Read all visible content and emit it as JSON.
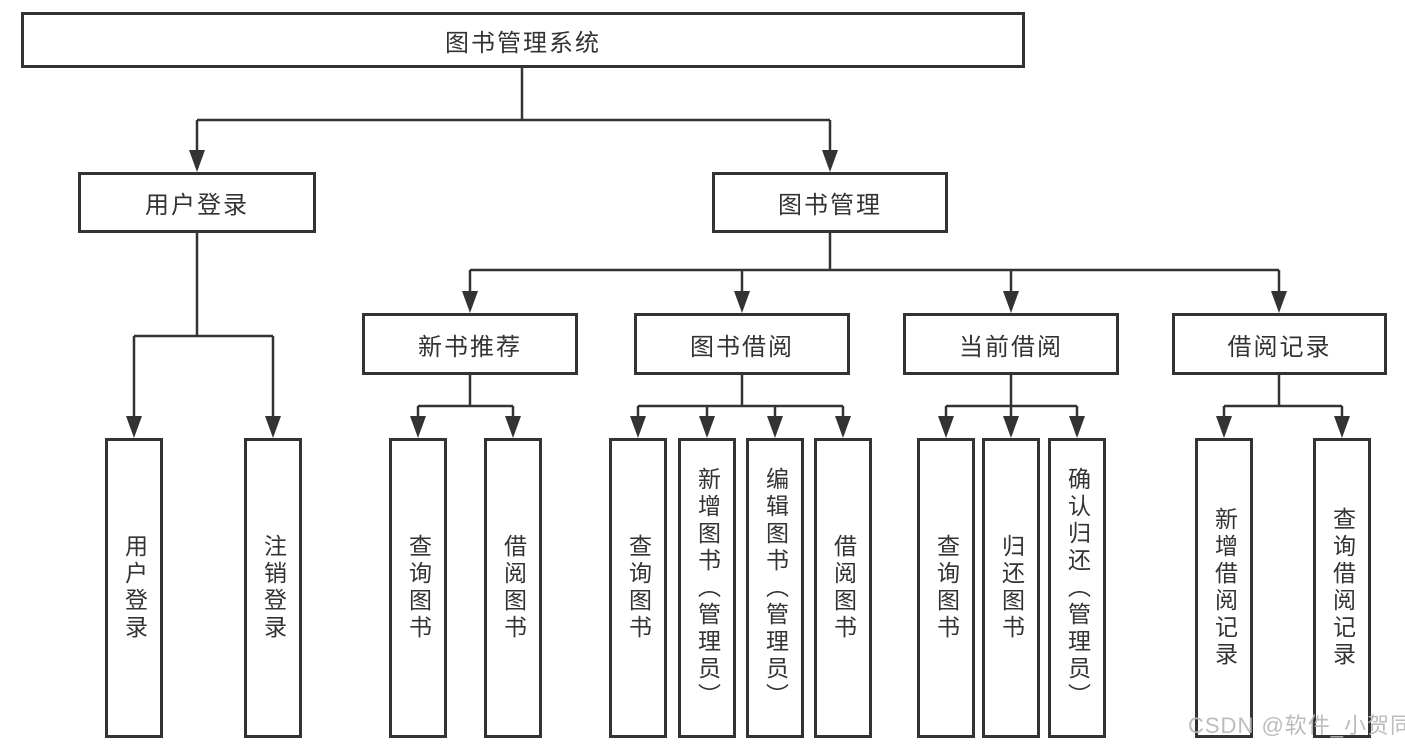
{
  "tree": {
    "label": "图书管理系统",
    "children": [
      {
        "label": "用户登录",
        "children": [
          {
            "label": "用户登录"
          },
          {
            "label": "注销登录"
          }
        ]
      },
      {
        "label": "图书管理",
        "children": [
          {
            "label": "新书推荐",
            "children": [
              {
                "label": "查询图书"
              },
              {
                "label": "借阅图书"
              }
            ]
          },
          {
            "label": "图书借阅",
            "children": [
              {
                "label": "查询图书"
              },
              {
                "label": "新增图书（管理员）"
              },
              {
                "label": "编辑图书（管理员）"
              },
              {
                "label": "借阅图书"
              }
            ]
          },
          {
            "label": "当前借阅",
            "children": [
              {
                "label": "查询图书"
              },
              {
                "label": "归还图书"
              },
              {
                "label": "确认归还（管理员）"
              }
            ]
          },
          {
            "label": "借阅记录",
            "children": [
              {
                "label": "新增借阅记录"
              },
              {
                "label": "查询借阅记录"
              }
            ]
          }
        ]
      }
    ]
  },
  "watermark": {
    "text": "CSDN @软件_小贺同学"
  },
  "colors": {
    "line": "#333333",
    "text": "#333333",
    "box_background": "#ffffff",
    "page_background": "#ffffff",
    "watermark": "#b9b9b9"
  }
}
